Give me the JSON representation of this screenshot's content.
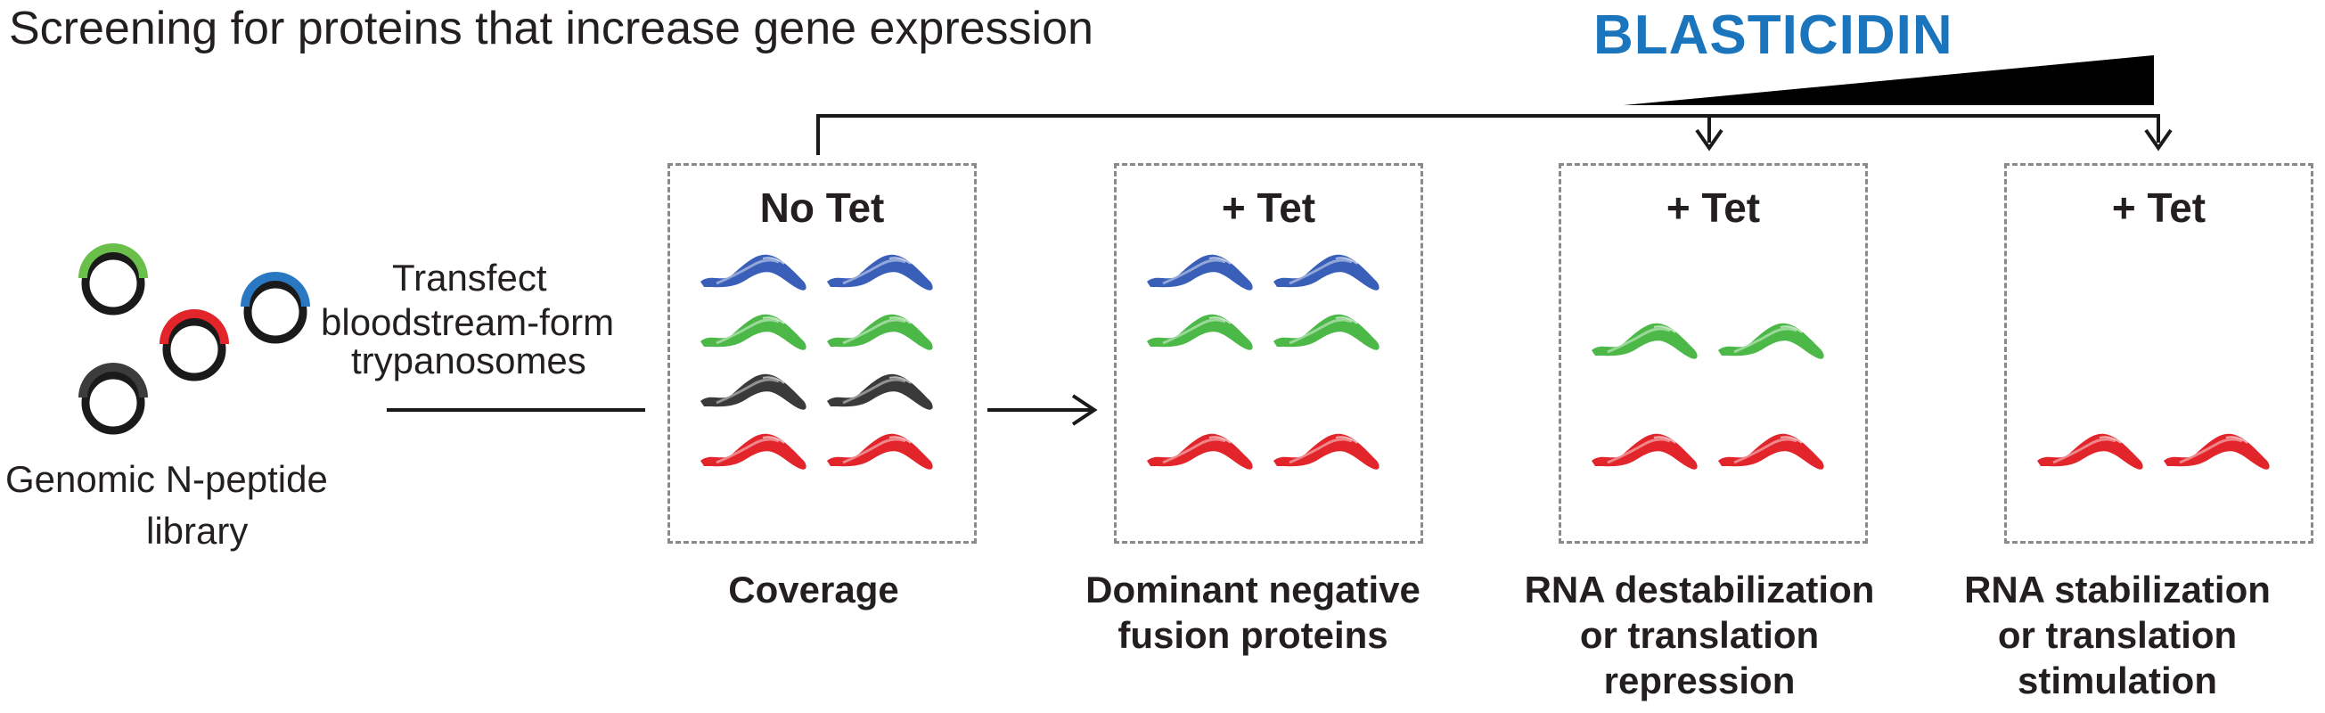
{
  "title": "Screening for proteins that increase gene expression",
  "selection_label": "BLASTICIDIN",
  "library": {
    "label_line1": "Genomic  N-peptide",
    "label_line2": "library"
  },
  "transfect": {
    "line1": "Transfect",
    "line2": "bloodstream-form",
    "line3": "trypanosomes"
  },
  "panels": [
    {
      "id": "no-tet",
      "heading": "No Tet",
      "caption": [
        "Coverage"
      ],
      "cells": [
        "blue",
        "blue",
        "green",
        "green",
        "black",
        "black",
        "red",
        "red"
      ]
    },
    {
      "id": "tet-1",
      "heading": "+ Tet",
      "caption": [
        "Dominant negative",
        "fusion proteins"
      ],
      "cells": [
        "blue",
        "blue",
        "green",
        "green",
        "red",
        "red"
      ]
    },
    {
      "id": "tet-2",
      "heading": "+ Tet",
      "caption": [
        "RNA destabilization",
        "or translation",
        "repression"
      ],
      "cells": [
        "green",
        "green",
        "red",
        "red"
      ]
    },
    {
      "id": "tet-3",
      "heading": "+ Tet",
      "caption": [
        "RNA stabilization",
        "or translation",
        "stimulation"
      ],
      "cells": [
        "red",
        "red"
      ]
    }
  ],
  "colors": {
    "blue": "#3a5fb8",
    "green": "#4cb848",
    "red": "#e2242b",
    "black": "#3a3a3a",
    "plasmid_green": "#6abf4b",
    "plasmid_red": "#e2242b",
    "plasmid_blue": "#2a78c2",
    "plasmid_black": "#3c3c3c",
    "accent": "#1a75bc"
  }
}
